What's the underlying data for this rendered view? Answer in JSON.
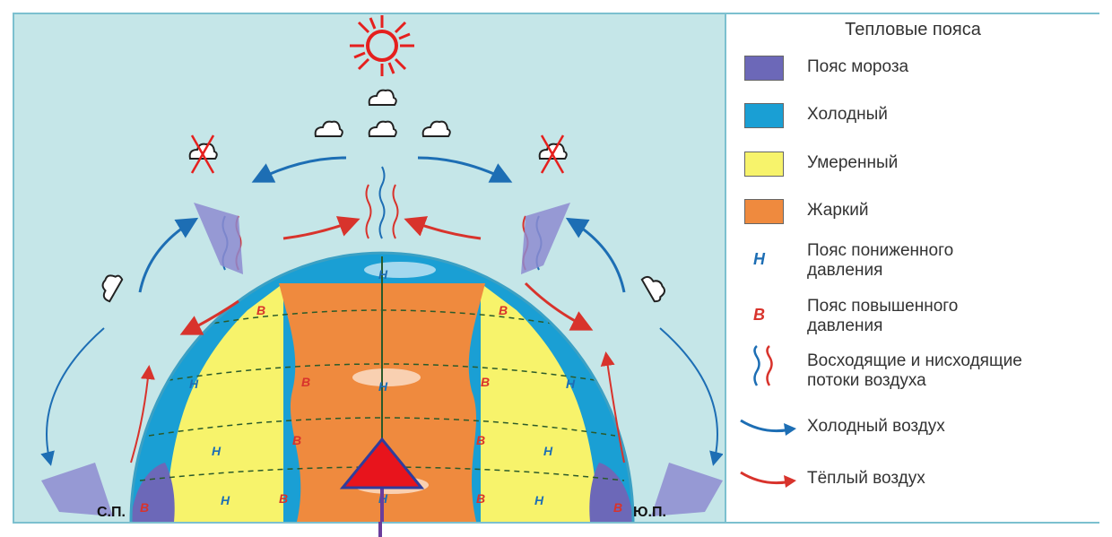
{
  "diagram": {
    "labels": {
      "north_pole": "С.П.",
      "south_pole": "Ю.П.",
      "low_pressure": "Н",
      "high_pressure": "В"
    },
    "colors": {
      "background": "#c5e6e8",
      "frost": "#6c68b8",
      "cold": "#1a9fd4",
      "temperate": "#f7f36b",
      "hot": "#ef8a3e",
      "cold_air": "#1d6eb4",
      "warm_air": "#d8332c",
      "sun": "#e5201e",
      "pointer_fill": "#e8141c",
      "pointer_stroke": "#2f3d9c",
      "pointer_line": "#6a3d9c"
    },
    "icons": [
      "sun-icon",
      "cloud-icon",
      "crossed-cloud-icon"
    ]
  },
  "legend": {
    "title": "Тепловые пояса",
    "items": [
      {
        "kind": "swatch",
        "color": "#6c68b8",
        "label": "Пояс мороза"
      },
      {
        "kind": "swatch",
        "color": "#1a9fd4",
        "label": "Холодный"
      },
      {
        "kind": "swatch",
        "color": "#f7f36b",
        "label": "Умеренный"
      },
      {
        "kind": "swatch",
        "color": "#ef8a3e",
        "label": "Жаркий"
      },
      {
        "kind": "symbol",
        "symbol": "Н",
        "color": "#1d6eb4",
        "label": "Пояс пониженного\nдавления"
      },
      {
        "kind": "symbol",
        "symbol": "В",
        "color": "#d8332c",
        "label": "Пояс повышенного\nдавления"
      },
      {
        "kind": "flows",
        "label": "Восходящие и нисходящие\nпотоки воздуха"
      },
      {
        "kind": "arrow",
        "color": "#1d6eb4",
        "label": "Холодный воздух"
      },
      {
        "kind": "arrow",
        "color": "#d8332c",
        "label": "Тёплый воздух"
      }
    ]
  }
}
